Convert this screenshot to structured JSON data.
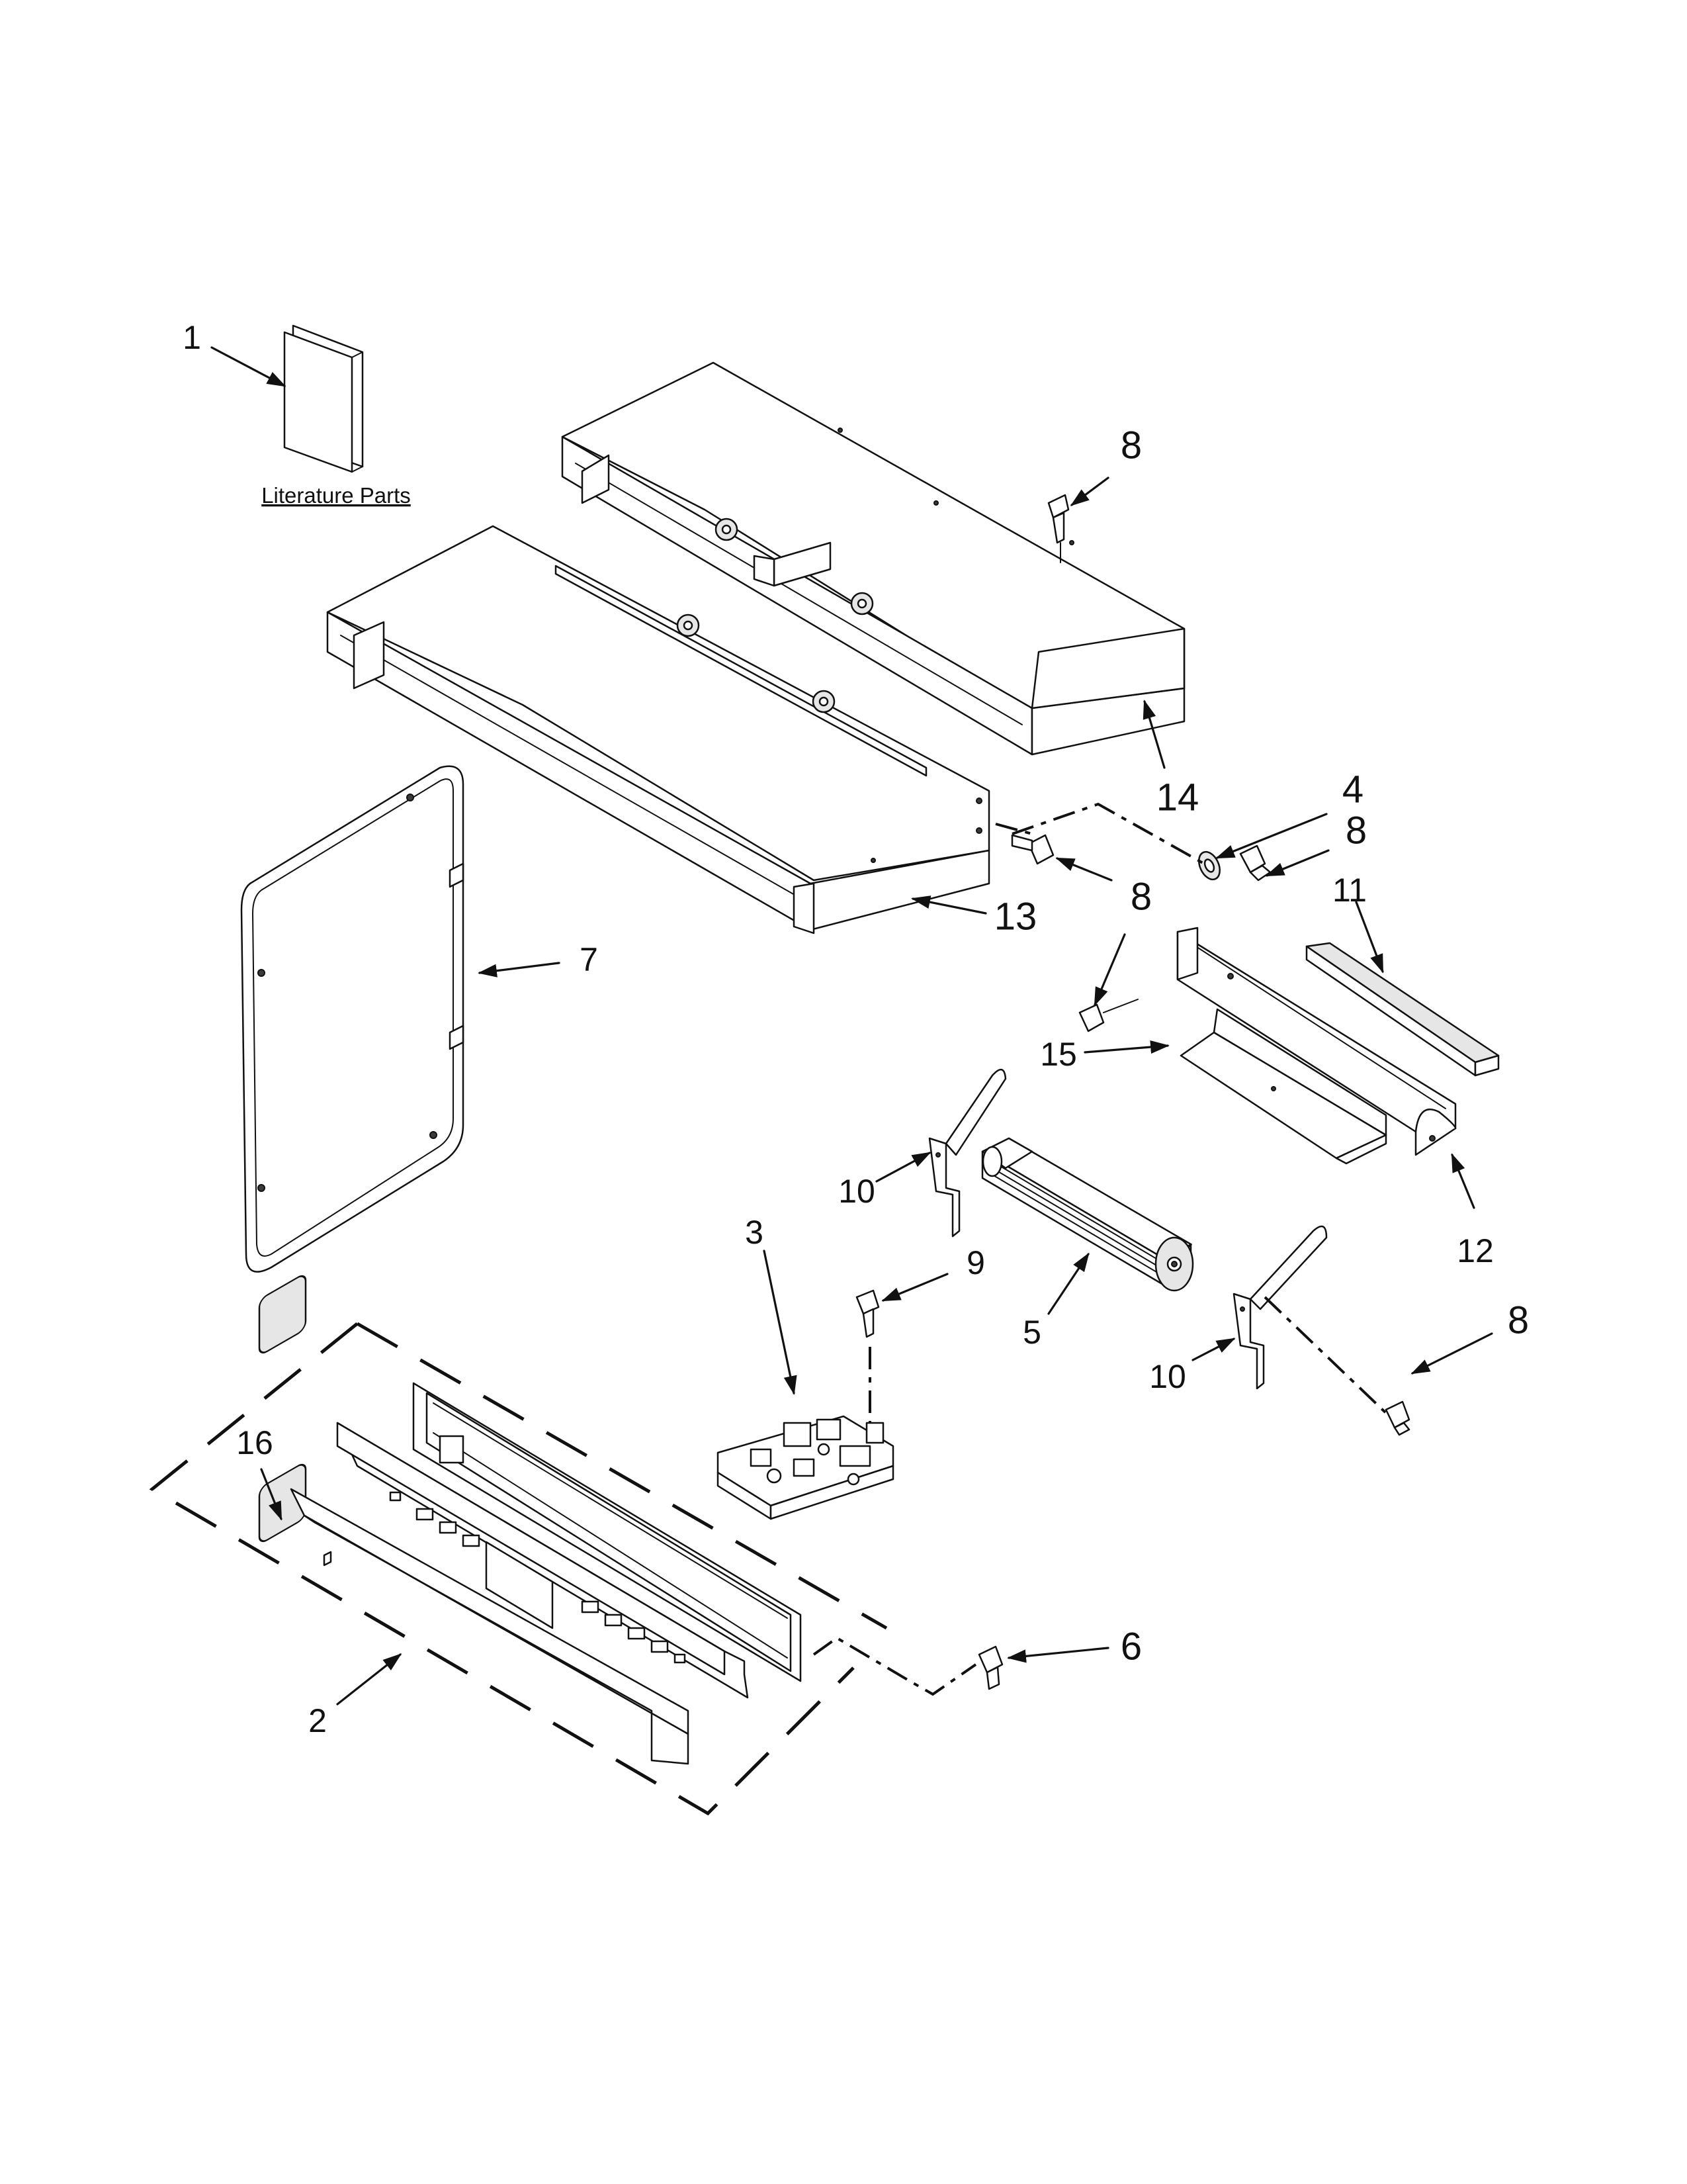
{
  "diagram": {
    "literature_caption": "Literature Parts",
    "callouts": {
      "c1": "1",
      "c2": "2",
      "c3": "3",
      "c4": "4",
      "c5": "5",
      "c6": "6",
      "c7": "7",
      "c8_top": "8",
      "c8_right_a": "8",
      "c8_mid": "8",
      "c8_bottom": "8",
      "c9": "9",
      "c10_left": "10",
      "c10_right": "10",
      "c11": "11",
      "c12": "12",
      "c13": "13",
      "c14": "14",
      "c15": "15",
      "c16": "16"
    }
  }
}
